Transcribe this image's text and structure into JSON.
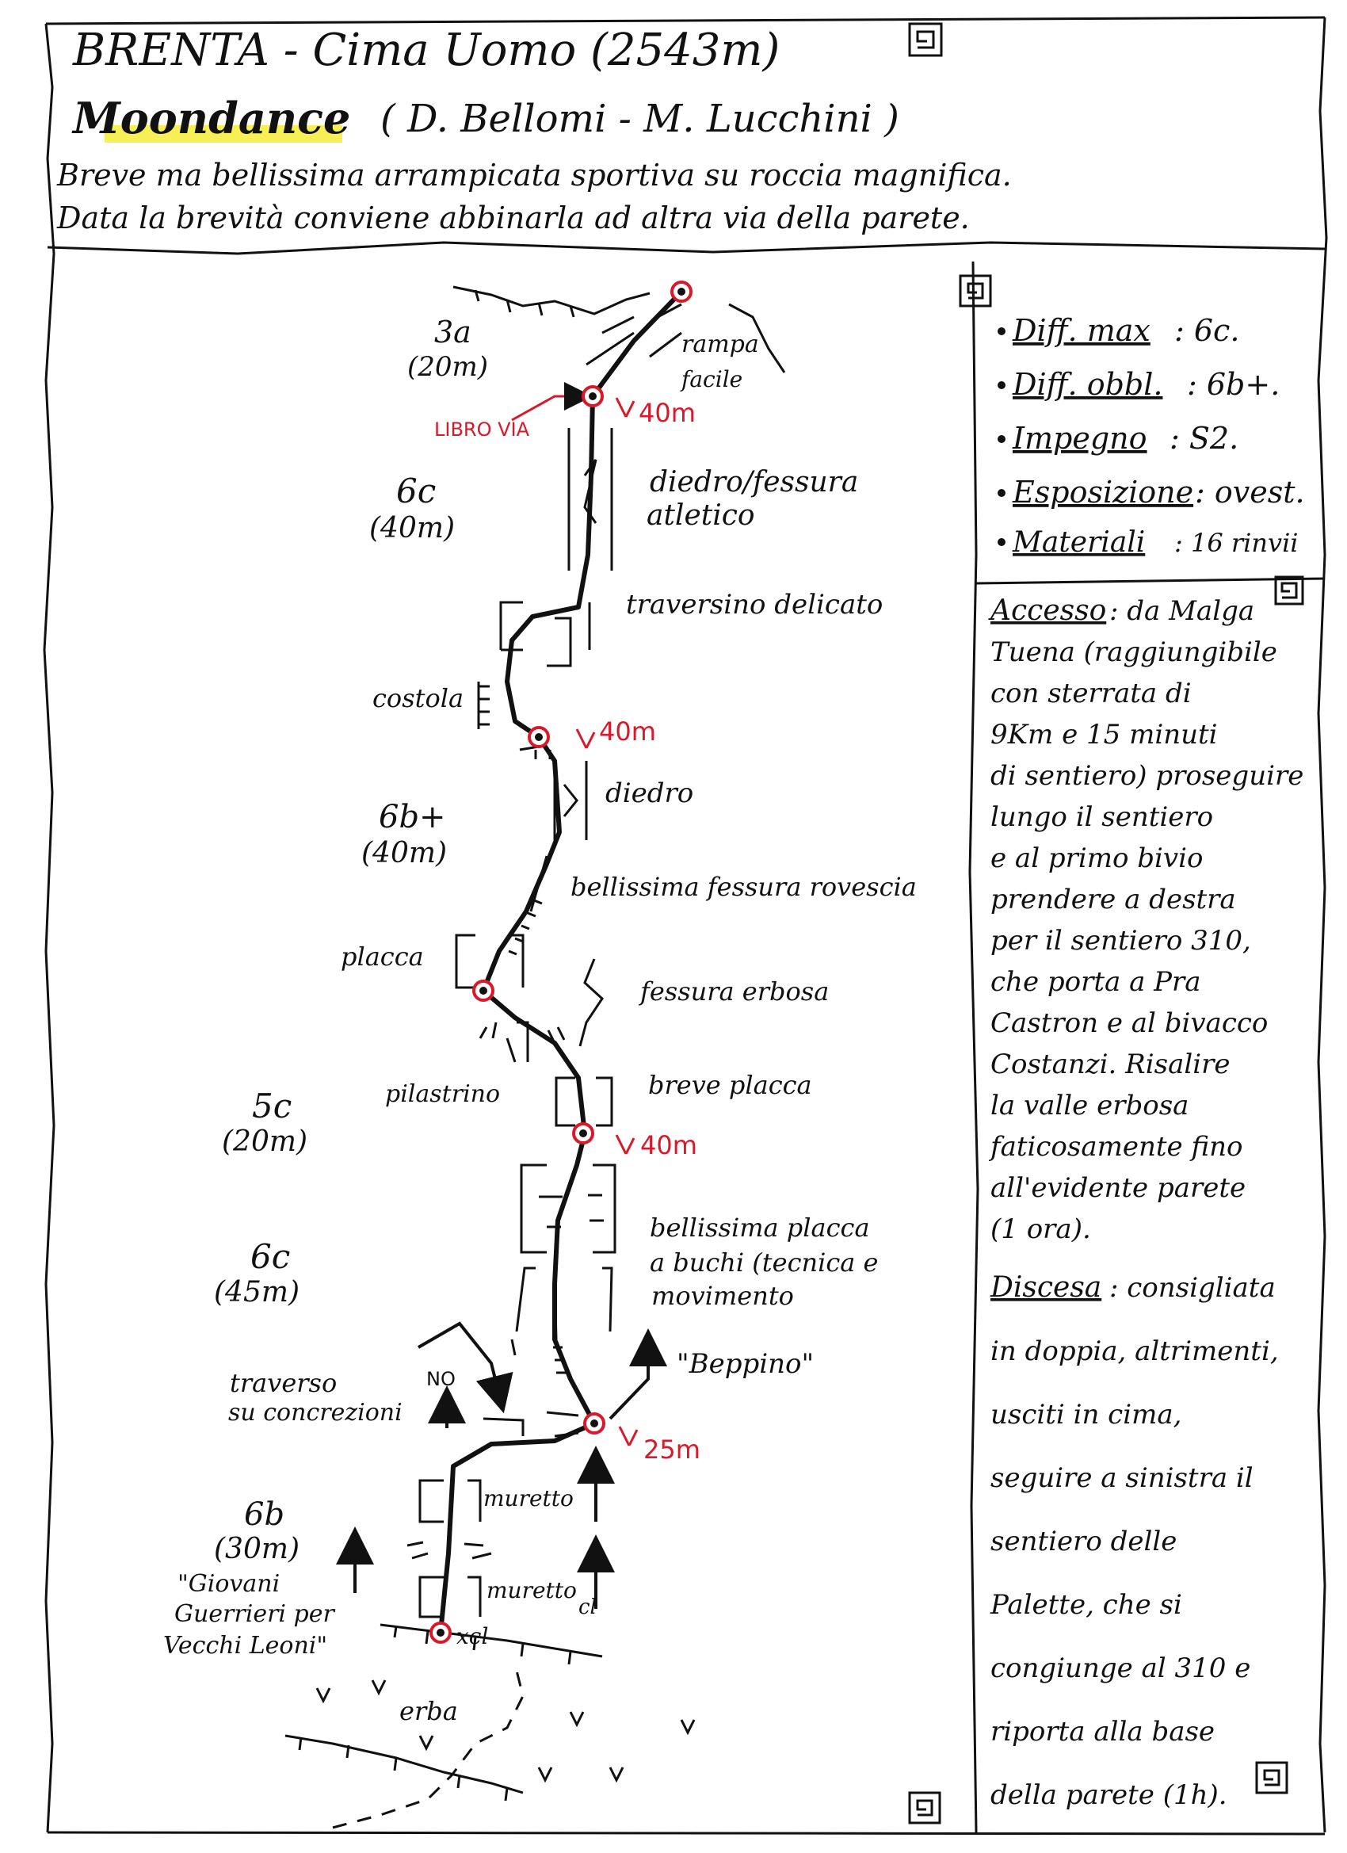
{
  "header": {
    "title": "BRENTA - Cima Uomo (2543m)",
    "route_name": "Moondance",
    "authors": "( D. Bellomi - M. Lucchini )",
    "desc_line1": "Breve ma bellissima arrampicata sportiva su roccia magnifica.",
    "desc_line2": "Data la brevità conviene abbinarla ad altra via della parete."
  },
  "colors": {
    "ink": "#111111",
    "belay": "#d8192a",
    "highlight": "#f6ef55"
  },
  "info": {
    "diff_max_label": "Diff. max",
    "diff_max_value": ": 6c.",
    "diff_obbl_label": "Diff. obbl.",
    "diff_obbl_value": ": 6b+.",
    "impegno_label": "Impegno",
    "impegno_value": ": S2.",
    "esposizione_label": "Esposizione",
    "esposizione_value": ": ovest.",
    "materiali_label": "Materiali",
    "materiali_value": ": 16 rinvii"
  },
  "access": {
    "label": "Accesso",
    "lines": [
      ": da Malga",
      "Tuena (raggiungibile",
      "con sterrata di",
      "9Km e 15 minuti",
      "di sentiero) proseguire",
      "lungo il sentiero",
      "e al primo bivio",
      "prendere a destra",
      "per il sentiero 310,",
      "che porta a Pra",
      "Castron e al bivacco",
      "Costanzi. Risalire",
      "la valle erbosa",
      "faticosamente fino",
      "all'evidente parete",
      "(1 ora)."
    ]
  },
  "descent": {
    "label": "Discesa",
    "lines": [
      ": consigliata",
      "in doppia, altrimenti,",
      "usciti in cima,",
      "seguire a sinistra il",
      "sentiero delle",
      "Palette, che si",
      "congiunge al 310 e",
      "riporta alla base",
      "della parete (1h)."
    ]
  },
  "pitches": [
    {
      "grade": "3a",
      "length": "(20m)"
    },
    {
      "grade": "6c",
      "length": "(40m)"
    },
    {
      "grade": "6b+",
      "length": "(40m)"
    },
    {
      "grade": "5c",
      "length": "(20m)"
    },
    {
      "grade": "6c",
      "length": "(45m)"
    },
    {
      "grade": "6b",
      "length": "(30m)"
    }
  ],
  "rappels": [
    "40m",
    "40m",
    "40m",
    "25m"
  ],
  "libro_via": "LIBRO VIA",
  "features": {
    "rampa": "rampa",
    "facile": "facile",
    "diedro_fessura": "diedro/fessura",
    "atletico": "atletico",
    "traversino": "traversino delicato",
    "costola": "costola",
    "diedro": "diedro",
    "fessura_rovescia": "bellissima fessura rovescia",
    "placca": "placca",
    "fessura_erbosa": "fessura erbosa",
    "pilastrino": "pilastrino",
    "breve_placca": "breve placca",
    "placca_buchi_1": "bellissima placca",
    "placca_buchi_2": "a buchi (tecnica e",
    "placca_buchi_3": "movimento",
    "beppino": "\"Beppino\"",
    "traverso_1": "traverso",
    "traverso_2": "su concrezioni",
    "no": "NO",
    "muretto_1": "muretto",
    "muretto_2": "muretto",
    "giovani_1": "\"Giovani",
    "giovani_2": "Guerrieri per",
    "giovani_3": "Vecchi Leoni\"",
    "xcl": "xcl",
    "cl": "cl",
    "erba": "erba"
  }
}
